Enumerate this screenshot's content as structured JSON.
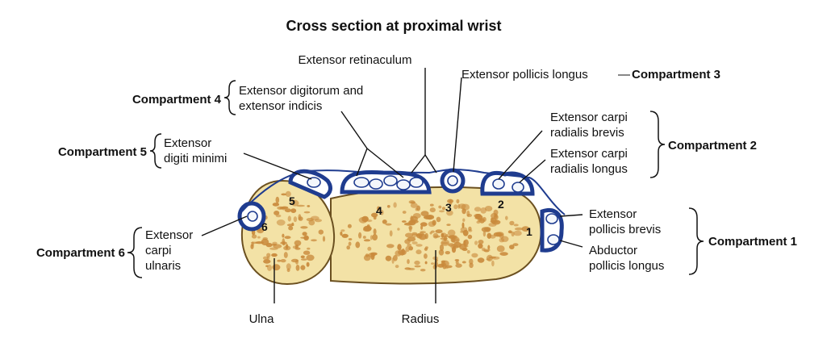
{
  "title": "Cross section at proximal wrist",
  "labels": {
    "extensor_retinaculum": "Extensor retinaculum",
    "epl": "Extensor pollicis longus",
    "compartment_3": "Compartment 3",
    "compartment_4": "Compartment 4",
    "comp4_line1": "Extensor digitorum and",
    "comp4_line2": "extensor indicis",
    "compartment_5": "Compartment 5",
    "comp5_line1": "Extensor",
    "comp5_line2": "digiti minimi",
    "ecrb_line1": "Extensor carpi",
    "ecrb_line2": "radialis brevis",
    "ecrl_line1": "Extensor carpi",
    "ecrl_line2": "radialis longus",
    "compartment_2": "Compartment 2",
    "compartment_6": "Compartment 6",
    "comp6_line1": "Extensor",
    "comp6_line2": "carpi",
    "comp6_line3": "ulnaris",
    "epb_line1": "Extensor",
    "epb_line2": "pollicis brevis",
    "apl_line1": "Abductor",
    "apl_line2": "pollicis longus",
    "compartment_1": "Compartment 1",
    "ulna": "Ulna",
    "radius": "Radius",
    "dash": "—"
  },
  "numbers": [
    "1",
    "2",
    "3",
    "4",
    "5",
    "6"
  ],
  "colors": {
    "bone_fill": "#f3e2a6",
    "cancellous": "#c98a3c",
    "sheath_blue": "#1f3c8f",
    "tendon_white": "#f4f7fb",
    "outline": "#6b5020"
  }
}
